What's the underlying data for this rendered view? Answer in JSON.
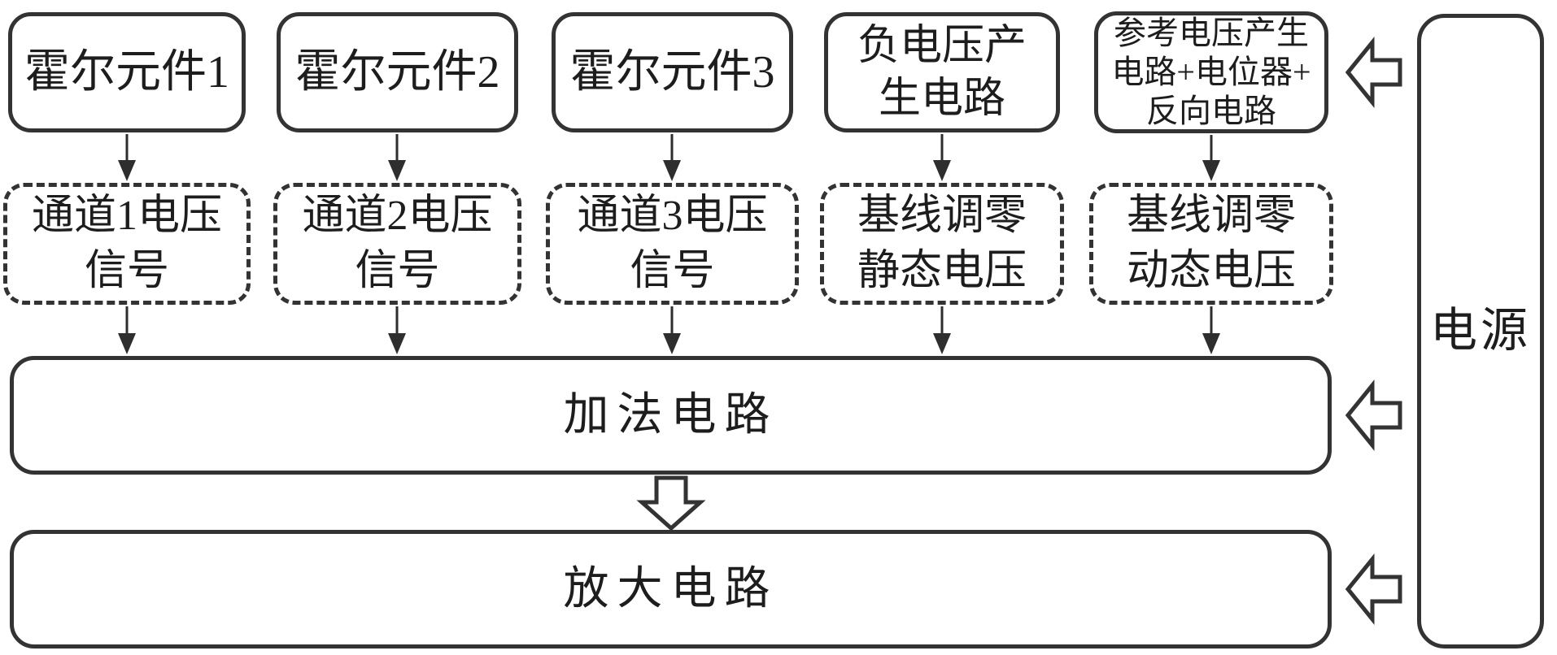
{
  "colors": {
    "ink": "#333333",
    "text": "#1d1d1d",
    "background": "#ffffff"
  },
  "diagram": {
    "top_row": [
      {
        "label": "霍尔元件1"
      },
      {
        "label": "霍尔元件2"
      },
      {
        "label": "霍尔元件3"
      },
      {
        "label": "负电压产\n生电路"
      },
      {
        "label": "参考电压产生\n电路+电位器+\n反向电路"
      }
    ],
    "signal_row": [
      {
        "label": "通道1电压\n信号"
      },
      {
        "label": "通道2电压\n信号"
      },
      {
        "label": "通道3电压\n信号"
      },
      {
        "label": "基线调零\n静态电压"
      },
      {
        "label": "基线调零\n动态电压"
      }
    ],
    "adder": {
      "label": "加法电路"
    },
    "amplifier": {
      "label": "放大电路"
    },
    "power": {
      "label": "电源"
    }
  }
}
